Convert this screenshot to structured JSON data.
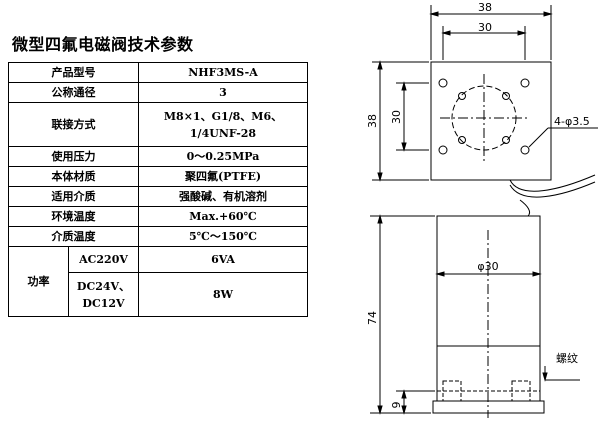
{
  "title": "微型四氟电磁阀技术参数",
  "table": {
    "model": {
      "label": "产品型号",
      "value": "NHF3MS-A"
    },
    "nominal_diameter": {
      "label": "公称通径",
      "value": "3"
    },
    "connection": {
      "label": "联接方式",
      "value_line1": "M8×1、G1/8、M6、",
      "value_line2": "1/4UNF-28"
    },
    "pressure": {
      "label": "使用压力",
      "value": "0～0.25MPa"
    },
    "body_material": {
      "label": "本体材质",
      "value": "聚四氟(PTFE)"
    },
    "medium": {
      "label": "适用介质",
      "value": "强酸碱、有机溶剂"
    },
    "ambient_temp": {
      "label": "环境温度",
      "value": "Max.+60℃"
    },
    "medium_temp": {
      "label": "介质温度",
      "value": "5℃～150℃"
    },
    "power": {
      "label": "功率",
      "ac": {
        "label": "AC220V",
        "value": "6VA"
      },
      "dc": {
        "label_line1": "DC24V、",
        "label_line2": "DC12V",
        "value": "8W"
      }
    }
  },
  "drawing": {
    "top_view": {
      "width_outer": "38",
      "width_inner": "30",
      "height_outer": "38",
      "height_inner": "30",
      "holes": "4-φ3.5"
    },
    "side_view": {
      "diameter": "φ30",
      "height": "74",
      "base_height": "9",
      "thread_label": "螺纹"
    }
  }
}
